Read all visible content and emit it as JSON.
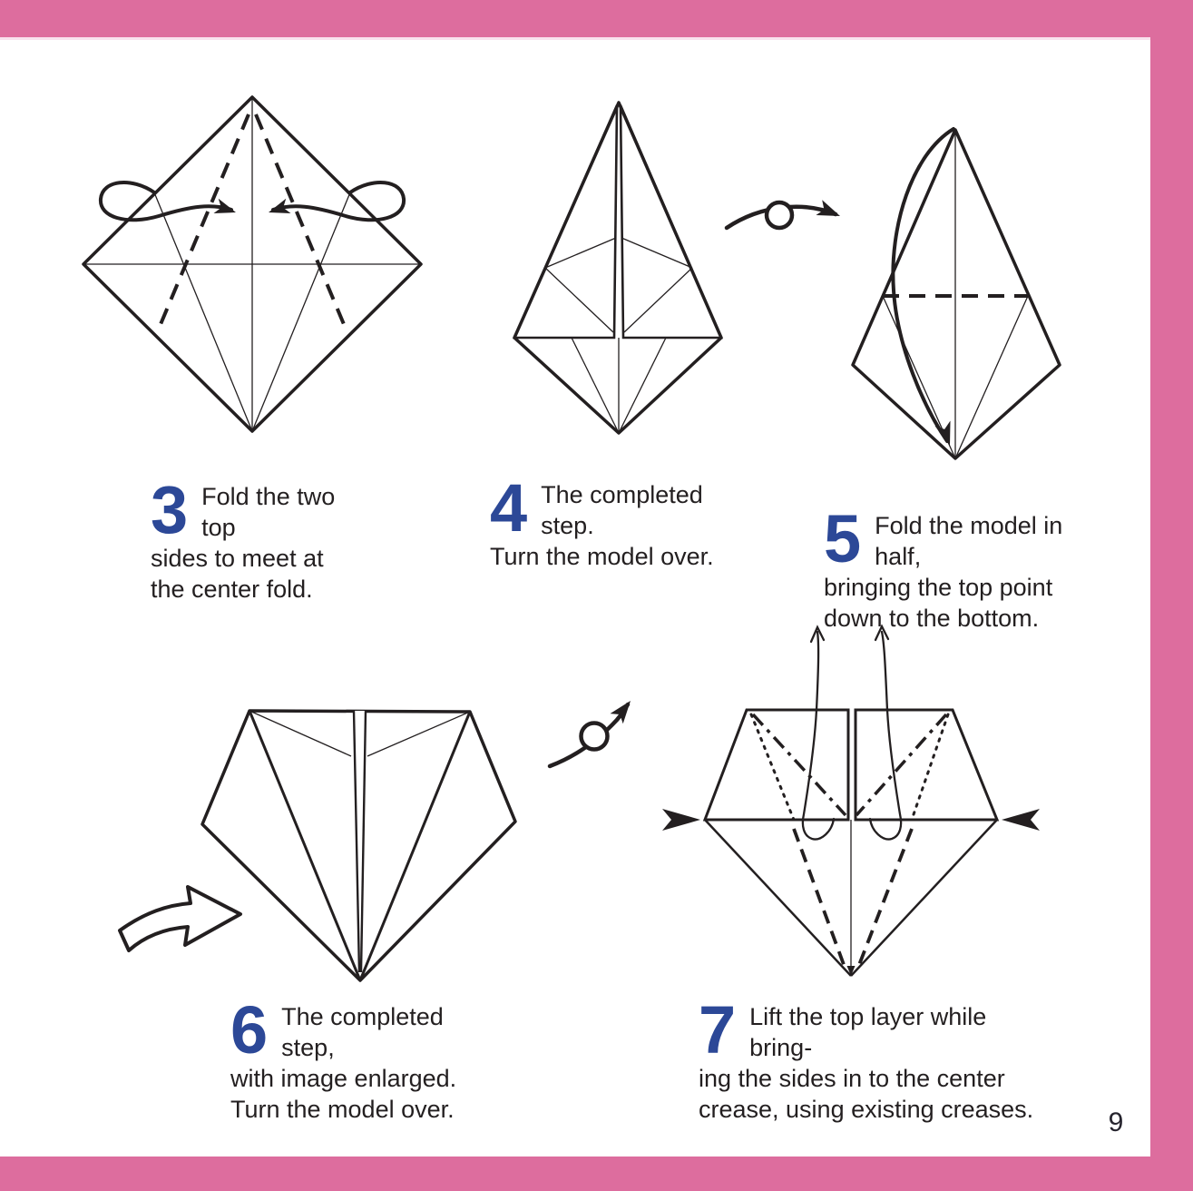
{
  "page": {
    "number": "9"
  },
  "colors": {
    "frame_pink": "#dd6d9e",
    "outline": "#231f20",
    "purple": "#a99bc7",
    "purple_light": "#b3a7d0",
    "purple_dark": "#9c8ec2",
    "step_number_blue": "#2c4897",
    "text": "#231f20",
    "white": "#ffffff"
  },
  "icons": {
    "turn_over_1": "turn-over-icon",
    "turn_over_2": "turn-over-icon",
    "enlarge_arrow": "enlarged-view-arrow-icon"
  },
  "steps": [
    {
      "number": "3",
      "lines": [
        "Fold the two top",
        "sides to meet at",
        "the center fold."
      ]
    },
    {
      "number": "4",
      "lines": [
        "The completed step.",
        "Turn the model over."
      ]
    },
    {
      "number": "5",
      "lines": [
        "Fold the model in half,",
        "bringing the top point",
        "down to the bottom."
      ]
    },
    {
      "number": "6",
      "lines": [
        "The completed step,",
        "with image enlarged.",
        "Turn the model over."
      ]
    },
    {
      "number": "7",
      "lines": [
        "Lift the top layer while bring-",
        "ing the sides in to the center",
        "crease, using existing creases."
      ]
    }
  ]
}
